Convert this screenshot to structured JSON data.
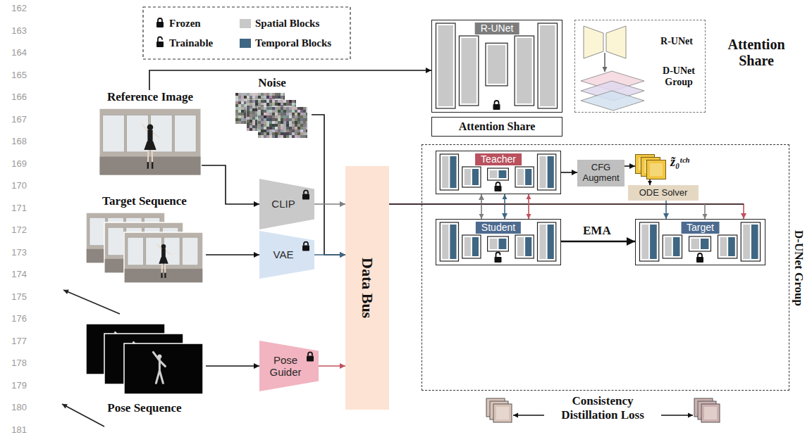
{
  "diagram": {
    "nodes": [
      {
        "text": [
          "Reference Image"
        ]
      },
      {
        "text": [
          "Noise"
        ]
      },
      {
        "text": [
          "Target Sequence"
        ]
      },
      {
        "text": [
          "Pose Sequence"
        ]
      },
      {
        "text": [
          "CLIP"
        ]
      },
      {
        "text": [
          "VAE"
        ]
      },
      {
        "text": [
          "Pose Guider"
        ]
      },
      {
        "text": [
          "Data Bus"
        ]
      },
      {
        "text": [
          "R-UNet"
        ]
      },
      {
        "text": [
          "Attention Share"
        ]
      },
      {
        "text": [
          "R-UNet",
          "D-UNet Group"
        ]
      },
      {
        "text": [
          "D-UNet Group"
        ]
      },
      {
        "text": [
          "Teacher"
        ],
        "in": 11
      },
      {
        "text": [
          "CFG Augment"
        ],
        "in": 11
      },
      {
        "text": [
          "z̃₀ᵗᶜʰ"
        ],
        "in": 11
      },
      {
        "text": [
          "ODE Solver"
        ],
        "in": 11
      },
      {
        "text": [
          "Student"
        ],
        "in": 11
      },
      {
        "text": [
          "Target"
        ],
        "in": 11
      }
    ],
    "edges": [
      {
        "from": 0,
        "to": 8,
        "arrow": "to"
      },
      {
        "from": 0,
        "to": 4,
        "arrow": "to"
      },
      {
        "from": 2,
        "to": 5,
        "arrow": "to"
      },
      {
        "from": 3,
        "to": 6,
        "arrow": "to"
      },
      {
        "from": 1,
        "to": 7,
        "arrow": "to"
      },
      {
        "from": 4,
        "to": 7,
        "arrow": "to"
      },
      {
        "from": 5,
        "to": 7,
        "arrow": "to"
      },
      {
        "from": 6,
        "to": 7,
        "arrow": "to"
      },
      {
        "from": 7,
        "to": 12,
        "arrow": "to"
      },
      {
        "from": 7,
        "to": 16,
        "arrow": "to"
      },
      {
        "from": 7,
        "to": 17,
        "arrow": "to"
      },
      {
        "from": 12,
        "to": 13,
        "arrow": "to"
      },
      {
        "from": 13,
        "to": 14,
        "arrow": "to"
      },
      {
        "from": 14,
        "to": 15,
        "arrow": "to"
      },
      {
        "from": 15,
        "to": 17,
        "arrow": "to"
      },
      {
        "from": 16,
        "to": 17,
        "label": "EMA",
        "arrow": "to"
      }
    ],
    "labels": [
      "162",
      "163",
      "164",
      "165",
      "166",
      "167",
      "168",
      "169",
      "170",
      "171",
      "172",
      "173",
      "174",
      "175",
      "176",
      "177",
      "178",
      "179",
      "180",
      "181",
      "Attention Share",
      "Consistency Distillation Loss"
    ],
    "legend": [
      {
        "text": "Frozen"
      },
      {
        "text": "Trainable"
      },
      {
        "text": "Spatial Blocks",
        "color": "#c8c8c8"
      },
      {
        "text": "Temporal Blocks",
        "color": "#3f6682"
      }
    ]
  }
}
